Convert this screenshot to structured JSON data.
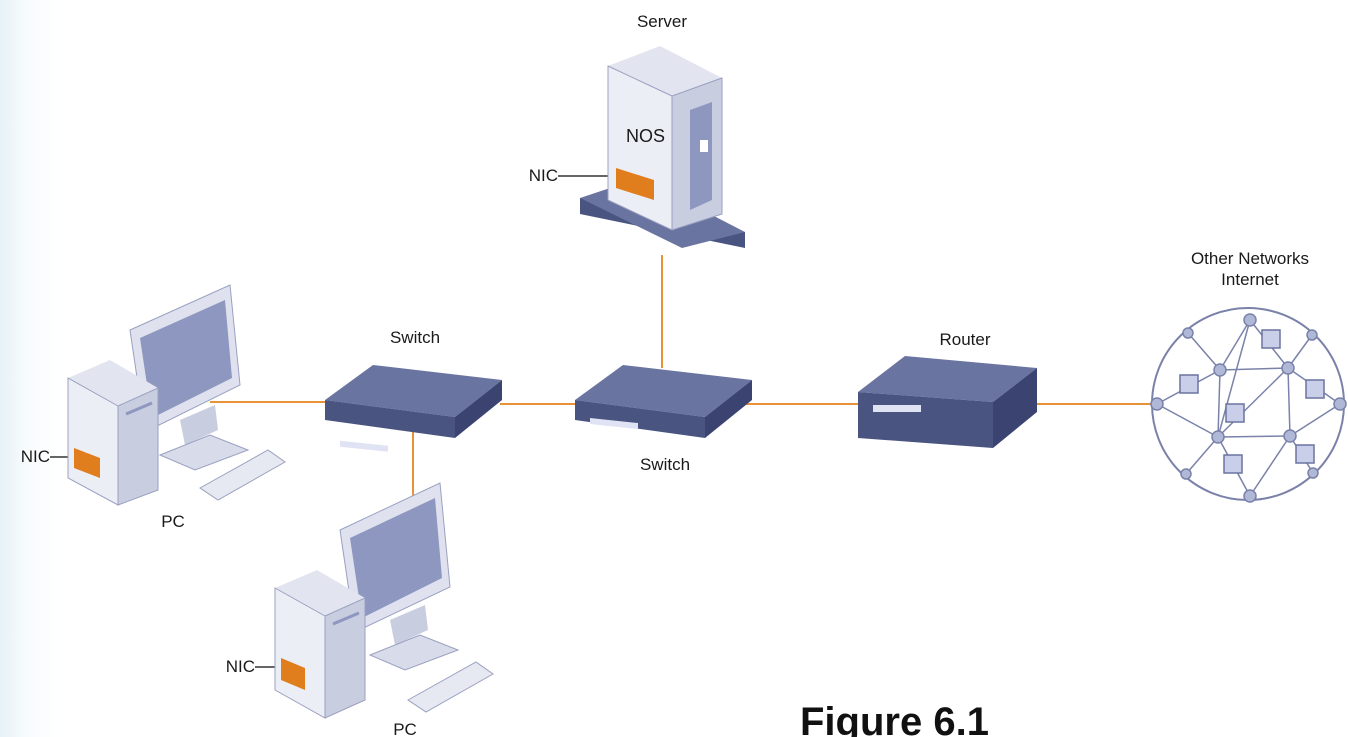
{
  "labels": {
    "server": "Server",
    "nos": "NOS",
    "nic_server": "NIC",
    "nic_pc_left": "NIC",
    "nic_pc_bottom": "NIC",
    "pc_left": "PC",
    "pc_bottom": "PC",
    "switch_left": "Switch",
    "switch_right": "Switch",
    "router": "Router",
    "other_networks": "Other Networks",
    "internet": "Internet"
  },
  "caption": "Figure 6.1",
  "colors": {
    "link": "#e8923a",
    "device_dark": "#4a5480",
    "device_mid": "#6a74a0",
    "device_light": "#8e97c0",
    "nic_card": "#e07d1d",
    "case_light": "#eceef6",
    "case_shade": "#c9cde0",
    "mesh_node": "#b0b8d8"
  }
}
